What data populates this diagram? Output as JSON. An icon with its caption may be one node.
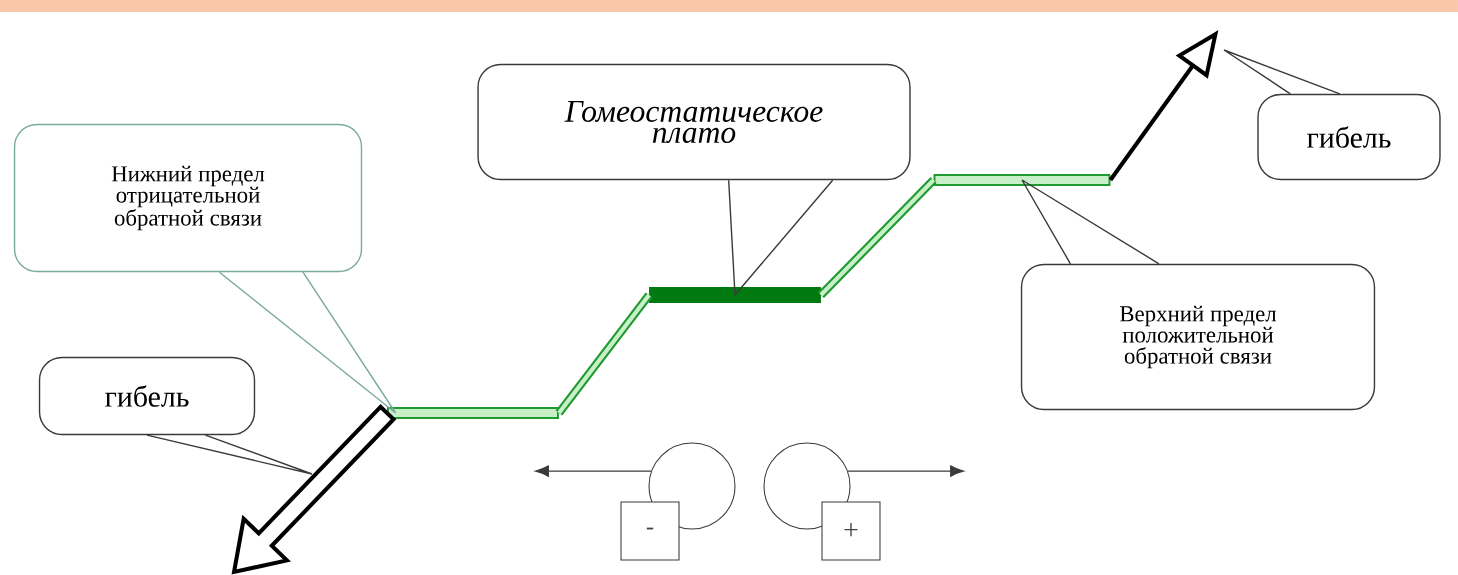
{
  "diagram": {
    "nodes": [
      {
        "text": [
          "Нижний предел отрицательной обратной связи"
        ]
      },
      {
        "text": [
          "Гомеостатическое плато"
        ]
      },
      {
        "text": [
          "гибель"
        ]
      },
      {
        "text": [
          "Верхний предел положительной обратной связи"
        ]
      },
      {
        "text": [
          "гибель"
        ]
      },
      {
        "text": [],
        "shape": "bar"
      },
      {
        "text": [],
        "shape": "bar"
      },
      {
        "text": [],
        "shape": "bar"
      },
      {
        "text": [],
        "shape": "circle"
      },
      {
        "text": [
          "-"
        ]
      },
      {
        "text": [],
        "shape": "circle"
      },
      {
        "text": [
          "+"
        ]
      }
    ],
    "edges": [
      {
        "from": 0,
        "to": 5,
        "arrow": "none",
        "color": "#7aa9a0"
      },
      {
        "from": 1,
        "to": 6,
        "arrow": "none"
      },
      {
        "from": 2,
        "to": null,
        "arrow": "none"
      },
      {
        "from": 3,
        "to": 7,
        "arrow": "none"
      },
      {
        "from": 4,
        "to": null,
        "arrow": "none"
      },
      {
        "from": 5,
        "to": 6,
        "arrow": "none",
        "style": "thick",
        "color": "#1f9a2f"
      },
      {
        "from": 6,
        "to": 7,
        "arrow": "none",
        "style": "thick",
        "color": "#1f9a2f"
      },
      {
        "from": 7,
        "to": null,
        "arrow": "to",
        "style": "thick",
        "color": "#000000"
      },
      {
        "from": 5,
        "to": null,
        "arrow": "to",
        "style": "thick",
        "color": "#000000"
      },
      {
        "from": 8,
        "to": null,
        "arrow": "to"
      },
      {
        "from": 10,
        "to": null,
        "arrow": "to"
      }
    ]
  }
}
